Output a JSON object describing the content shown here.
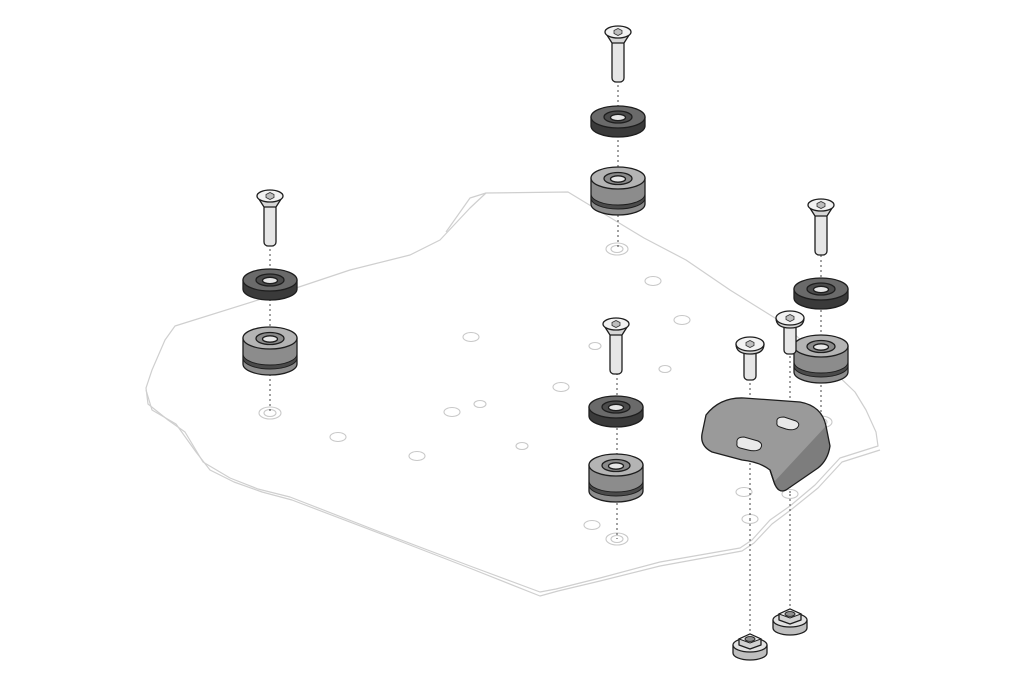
{
  "diagram": {
    "kind": "exploded-assembly",
    "colors": {
      "plate_outline": "#cfcfcf",
      "bolt_metal": "#e6e6e6",
      "washer_dark": "#6a6a6a",
      "grommet_mid": "#a9a9a9",
      "bracket": "#9a9a9a",
      "nut": "#dcdcdc",
      "outline": "#1e1e1e"
    },
    "parts": [
      {
        "name": "base-plate",
        "count": 1
      },
      {
        "name": "countersunk-bolt",
        "count": 6
      },
      {
        "name": "rubber-washer-dark",
        "count": 4
      },
      {
        "name": "rubber-grommet",
        "count": 4
      },
      {
        "name": "angle-bracket",
        "count": 1
      },
      {
        "name": "flange-nut",
        "count": 2
      }
    ]
  }
}
